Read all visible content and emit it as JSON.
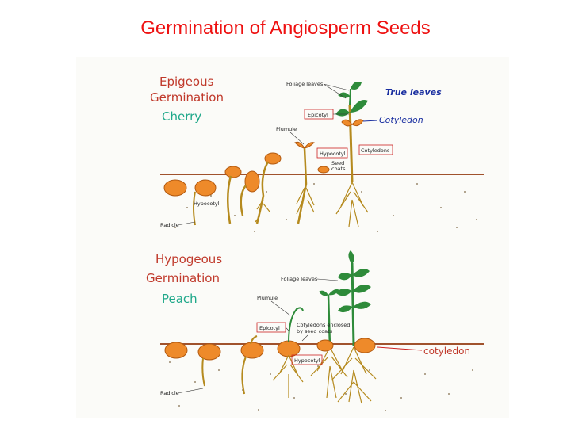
{
  "title": "Germination of Angiosperm Seeds",
  "epigeous": {
    "heading_line1": "Epigeous",
    "heading_line2": "Germination",
    "example": "Cherry",
    "labels": {
      "foliage_leaves": "Foliage leaves",
      "true_leaves": "True leaves",
      "epicotyl": "Epicotyl",
      "cotyledon": "Cotyledon",
      "plumule": "Plumule",
      "hypocotyl_box": "Hypocotyl",
      "cotyledons": "Cotyledons",
      "seed_coats_1": "Seed",
      "seed_coats_2": "coats",
      "hypocotyl": "Hypocotyl",
      "radicle": "Radicle"
    }
  },
  "hypogeous": {
    "heading_line1": "Hypogeous",
    "heading_line2": "Germination",
    "example": "Peach",
    "labels": {
      "foliage_leaves": "Foliage leaves",
      "plumule": "Plumule",
      "epicotyl": "Epicotyl",
      "cotyledons_enclosed_1": "Cotyledons enclosed",
      "cotyledons_enclosed_2": "by seed coats",
      "hypocotyl": "Hypocotyl",
      "cotyledon": "cotyledon",
      "radicle": "Radicle"
    }
  },
  "colors": {
    "title": "#ee1111",
    "heading": "#c0392b",
    "example": "#1fa88a",
    "annotation_blue": "#1a2fa0",
    "label_box": "#cc2222",
    "seed": "#ee8a2a",
    "stem": "#b58a1e",
    "leaf": "#2e8b3a",
    "soil_line": "#a0522d"
  }
}
